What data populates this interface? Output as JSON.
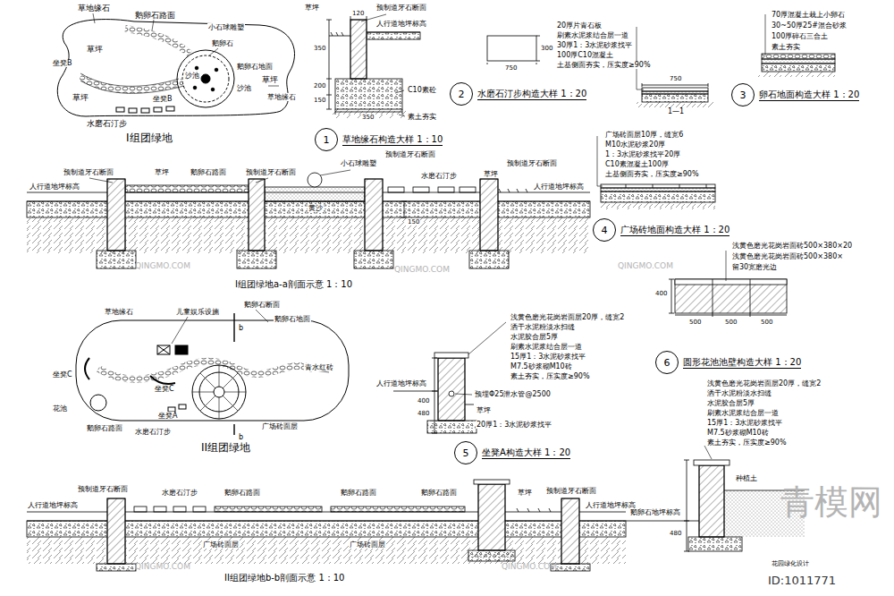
{
  "diagram": {
    "nodes": [
      {
        "text": [
          "1",
          "草地缘石构造大样 1：10"
        ]
      },
      {
        "text": [
          "2",
          "水磨石汀步构造大样 1：20"
        ]
      },
      {
        "text": [
          "3",
          "卵石地面构造大样 1：20"
        ]
      },
      {
        "text": [
          "4",
          "广场砖地面构造大样 1：20"
        ]
      },
      {
        "text": [
          "6",
          "圆形花池池壁构造大样 1：20"
        ]
      },
      {
        "text": [
          "5",
          "坐凳A构造大样 1：20"
        ]
      }
    ],
    "labels": [
      "草地缘石",
      "鹅卵石路面",
      "小石球雕塑",
      "鹅卵石",
      "草坪",
      "坐凳B",
      "沙池",
      "鹅卵石地面",
      "沙池",
      "草坪",
      "草地缘石",
      "草坪",
      "坐凳B",
      "水磨石汀步",
      "I组团绿地",
      "草坪",
      "预制道牙石断面",
      "120",
      "人行道地坪标高",
      "350",
      "200",
      "150",
      "C10素砼",
      "350",
      "素土夯实",
      "300",
      "750",
      "20厚片青石板",
      "刷素水泥浆结合层一道",
      "30厚1：3水泥砂浆找平",
      "100厚C10混凝土",
      "土基侧面夯实，压实度≥90%",
      "750",
      "1—1",
      "70厚混凝土栽上小卵石",
      "30~50厚25#混合砂浆",
      "100厚碎石三合土",
      "素土夯实",
      "广场砖面层10厚，缝宽6",
      "M10水泥砂浆20厚",
      "1：3水泥砂浆找平20厚",
      "C10素混凝土100厚",
      "土基侧面夯实，压实度≥90%",
      "预制道牙石断面",
      "草坪",
      "鹅卵石路面",
      "预制道牙石断面",
      "小石球雕塑",
      "预制道牙石断面",
      "水磨石汀步",
      "草坪",
      "预制道牙石断面",
      "人行道地坪标高",
      "人行道地坪标高",
      "黄沙",
      "150",
      "I组团绿地a-a剖面示意 1：10",
      "浅黄色磨光花岗岩面砖500×380×20",
      "浅黄色磨光花岗岩面砖500×380×",
      "留30宽磨光边",
      "400",
      "500",
      "500",
      "500",
      "草地缘石",
      "儿童娱乐设施",
      "鹅卵石断面",
      "鹅卵石地面",
      "b",
      "坐凳C",
      "坐凳C",
      "青水红砖",
      "花池",
      "鹅卵石路面",
      "坐凳A",
      "水磨石汀步",
      "广场砖面层",
      "b",
      "II组团绿地",
      "浅黄色磨光花岗岩面层20厚，缝宽2",
      "洒干水泥粉淡水扫缝",
      "水泥胶合层5厚",
      "刷素水泥浆结合层一道",
      "15厚1：3水泥砂浆找平",
      "M7.5砂浆砌M10砖",
      "素土夯实，压实度≥90%",
      "人行道地坪标高",
      "预埋Φ25泄水管@2500",
      "草坪",
      "20厚1：3水泥砂浆找平",
      "400",
      "480",
      "浅黄色磨光花岗岩面层20厚，缝宽2",
      "洒干水泥粉淡水扫缝",
      "水泥胶合层5厚",
      "刷素水泥浆结合层一道",
      "15厚1：3水泥砂浆找平",
      "M7.5砂浆砌M10砖",
      "素土夯实，压实度≥90%",
      "种植土",
      "鹅卵石地坪标高",
      "480",
      "花园绿化设计",
      "预制道牙石断面",
      "水磨石汀步",
      "鹅卵石路面",
      "鹅卵石路面",
      "鹅卵石路面",
      "草坪",
      "预制道牙石断面",
      "人行道地坪标高",
      "人行道地坪标高",
      "广场砖面层",
      "广场砖面层",
      "II组团绿地b-b剖面示意 1：10",
      "青模网",
      "ID:1011771",
      "QINGMO.COM",
      "QINGMO.COM",
      "QINGMO.COM",
      "QINGMO.COM",
      "QINGMO.COM"
    ]
  }
}
